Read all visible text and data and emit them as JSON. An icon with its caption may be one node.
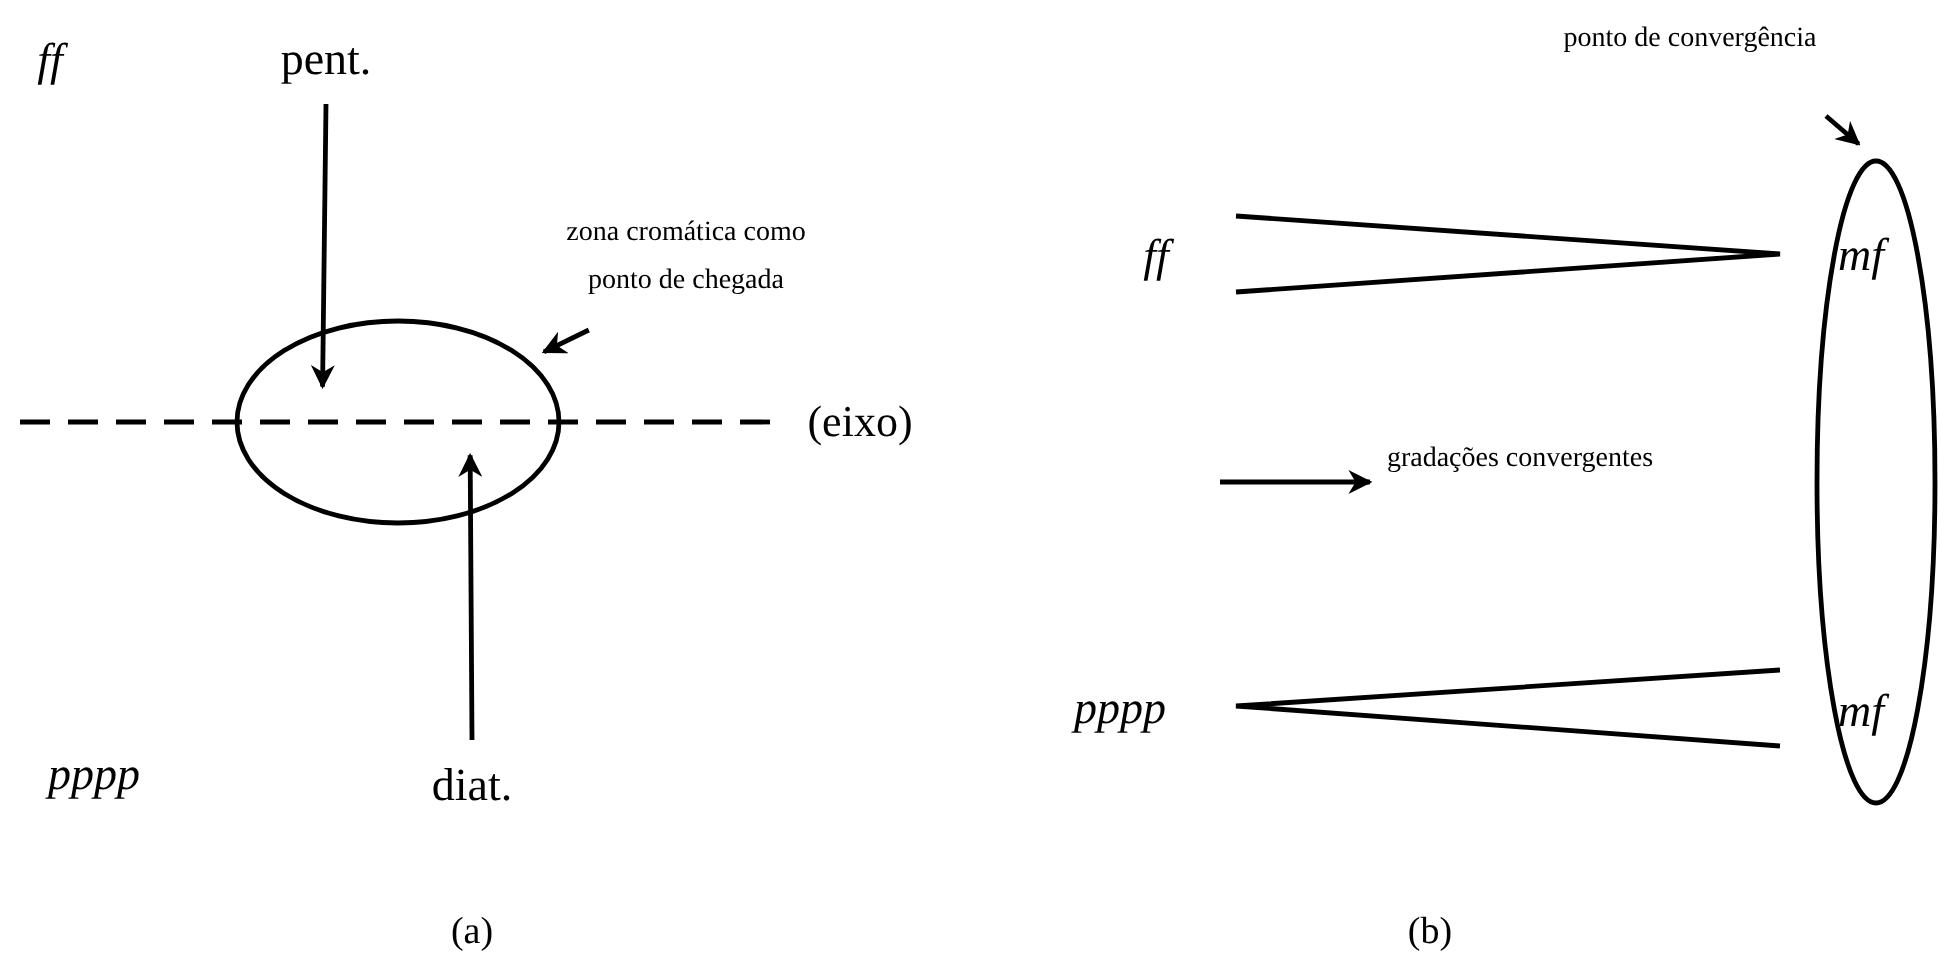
{
  "diagram": {
    "nodes": [
      {
        "text": [
          "pent."
        ]
      },
      {
        "text": [],
        "shape": "ellipse"
      },
      {
        "text": [
          "zona cromática como ponto de chegada"
        ]
      },
      {
        "text": [
          "diat."
        ]
      },
      {
        "text": [
          "ponto de convergência"
        ]
      },
      {
        "text": [
          "mf",
          "mf"
        ]
      },
      {
        "text": [
          "gradações convergentes"
        ]
      }
    ],
    "edges": [
      {
        "from": 0,
        "to": 1,
        "arrow": "to"
      },
      {
        "from": 2,
        "to": 1,
        "arrow": "to"
      },
      {
        "from": 3,
        "to": 1,
        "arrow": "to"
      },
      {
        "from": 4,
        "to": 5,
        "arrow": "to"
      },
      {
        "from": null,
        "to": 6,
        "arrow": "to"
      }
    ],
    "labels": [
      "ff",
      "(eixo)",
      "pppp",
      "(a)",
      "ff",
      "pppp",
      "(b)"
    ]
  }
}
